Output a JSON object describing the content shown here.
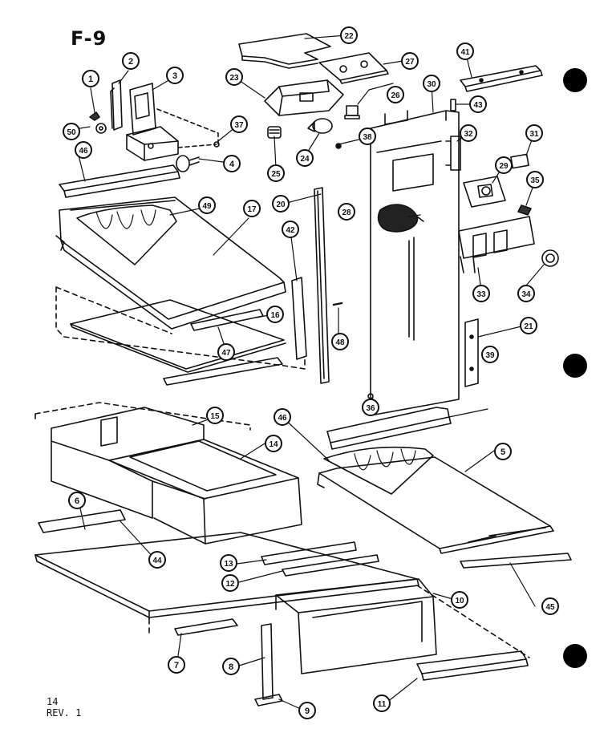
{
  "figure_label": "F-9",
  "page_number": "14",
  "revision": "REV. 1",
  "callouts": [
    {
      "id": "1",
      "n": "1"
    },
    {
      "id": "2",
      "n": "2"
    },
    {
      "id": "3",
      "n": "3"
    },
    {
      "id": "4",
      "n": "4"
    },
    {
      "id": "5",
      "n": "5"
    },
    {
      "id": "6",
      "n": "6"
    },
    {
      "id": "7",
      "n": "7"
    },
    {
      "id": "8",
      "n": "8"
    },
    {
      "id": "9",
      "n": "9"
    },
    {
      "id": "10",
      "n": "10"
    },
    {
      "id": "11",
      "n": "11"
    },
    {
      "id": "12",
      "n": "12"
    },
    {
      "id": "13",
      "n": "13"
    },
    {
      "id": "14",
      "n": "14"
    },
    {
      "id": "15",
      "n": "15"
    },
    {
      "id": "16a",
      "n": "16"
    },
    {
      "id": "16b",
      "n": "16"
    },
    {
      "id": "17",
      "n": "17"
    },
    {
      "id": "20",
      "n": "20"
    },
    {
      "id": "21",
      "n": "21"
    },
    {
      "id": "22",
      "n": "22"
    },
    {
      "id": "23",
      "n": "23"
    },
    {
      "id": "24",
      "n": "24"
    },
    {
      "id": "25",
      "n": "25"
    },
    {
      "id": "26",
      "n": "26"
    },
    {
      "id": "27",
      "n": "27"
    },
    {
      "id": "28",
      "n": "28"
    },
    {
      "id": "29",
      "n": "29"
    },
    {
      "id": "30",
      "n": "30"
    },
    {
      "id": "31",
      "n": "31"
    },
    {
      "id": "32",
      "n": "32"
    },
    {
      "id": "33",
      "n": "33"
    },
    {
      "id": "34",
      "n": "34"
    },
    {
      "id": "35",
      "n": "35"
    },
    {
      "id": "36",
      "n": "36"
    },
    {
      "id": "37",
      "n": "37"
    },
    {
      "id": "38",
      "n": "38"
    },
    {
      "id": "39",
      "n": "39"
    },
    {
      "id": "41",
      "n": "41"
    },
    {
      "id": "42",
      "n": "42"
    },
    {
      "id": "43",
      "n": "43"
    },
    {
      "id": "44",
      "n": "44"
    },
    {
      "id": "45",
      "n": "45"
    },
    {
      "id": "46a",
      "n": "46"
    },
    {
      "id": "46b",
      "n": "46"
    },
    {
      "id": "47",
      "n": "47"
    },
    {
      "id": "48",
      "n": "48"
    },
    {
      "id": "49",
      "n": "49"
    },
    {
      "id": "50",
      "n": "50"
    }
  ]
}
